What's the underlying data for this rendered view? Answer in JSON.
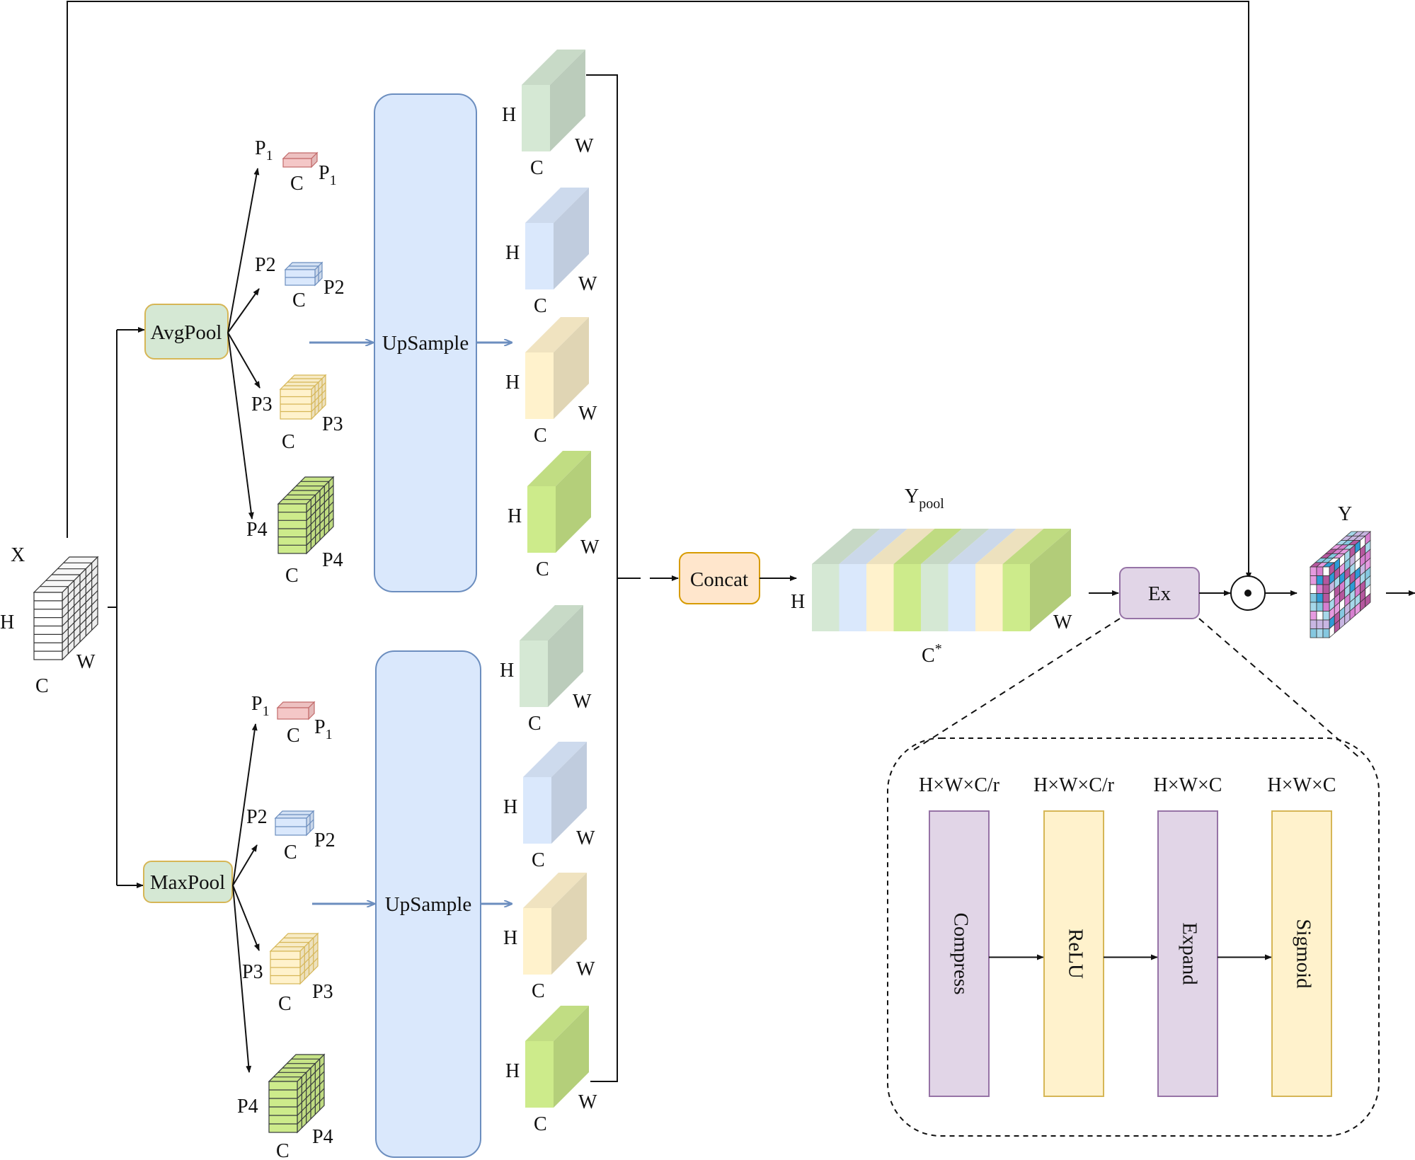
{
  "diagram": {
    "input": {
      "name": "X",
      "dims": {
        "h": "H",
        "w": "W",
        "c": "C"
      }
    },
    "branches": [
      {
        "pool_label": "AvgPool",
        "upsample_label": "UpSample",
        "pyramid": [
          {
            "label": "P",
            "sub": "1",
            "side": "P",
            "side_sub": "1",
            "c": "C",
            "color": "#f4c7c7",
            "stroke": "#c26a6a"
          },
          {
            "label": "P2",
            "side": "P2",
            "c": "C",
            "color": "#dae8fc",
            "stroke": "#6c8ebf"
          },
          {
            "label": "P3",
            "side": "P3",
            "c": "C",
            "color": "#fff2cc",
            "stroke": "#d6b656"
          },
          {
            "label": "P4",
            "side": "P4",
            "c": "C",
            "color": "#cdeb8b",
            "stroke": "#36393d"
          }
        ],
        "outputs": [
          {
            "h": "H",
            "w": "W",
            "c": "C",
            "color": "#d5e8d4"
          },
          {
            "h": "H",
            "w": "W",
            "c": "C",
            "color": "#dae8fc"
          },
          {
            "h": "H",
            "w": "W",
            "c": "C",
            "color": "#fff2cc"
          },
          {
            "h": "H",
            "w": "W",
            "c": "C",
            "color": "#cdeb8b"
          }
        ]
      },
      {
        "pool_label": "MaxPool",
        "upsample_label": "UpSample",
        "pyramid": [
          {
            "label": "P",
            "sub": "1",
            "side": "P",
            "side_sub": "1",
            "c": "C",
            "color": "#f4c7c7",
            "stroke": "#c26a6a"
          },
          {
            "label": "P2",
            "side": "P2",
            "c": "C",
            "color": "#dae8fc",
            "stroke": "#6c8ebf"
          },
          {
            "label": "P3",
            "side": "P3",
            "c": "C",
            "color": "#fff2cc",
            "stroke": "#d6b656"
          },
          {
            "label": "P4",
            "side": "P4",
            "c": "C",
            "color": "#cdeb8b",
            "stroke": "#36393d"
          }
        ],
        "outputs": [
          {
            "h": "H",
            "w": "W",
            "c": "C",
            "color": "#d5e8d4"
          },
          {
            "h": "H",
            "w": "W",
            "c": "C",
            "color": "#dae8fc"
          },
          {
            "h": "H",
            "w": "W",
            "c": "C",
            "color": "#fff2cc"
          },
          {
            "h": "H",
            "w": "W",
            "c": "C",
            "color": "#cdeb8b"
          }
        ]
      }
    ],
    "concat": {
      "label": "Concat"
    },
    "ypool": {
      "name": "Y",
      "sub": "pool",
      "h": "H",
      "w": "W",
      "c": "C",
      "c_sup": "*",
      "stripes": [
        "#d5e8d4",
        "#dae8fc",
        "#fff2cc",
        "#cdeb8b",
        "#d5e8d4",
        "#dae8fc",
        "#fff2cc",
        "#cdeb8b"
      ]
    },
    "ex": {
      "label": "Ex"
    },
    "multiply": {
      "symbol": "⊙"
    },
    "output": {
      "name": "Y"
    },
    "ex_detail": {
      "stages": [
        {
          "dim": "H×W×C/r",
          "label": "Compress",
          "kind": "purple"
        },
        {
          "dim": "H×W×C/r",
          "label": "ReLU",
          "kind": "yellow"
        },
        {
          "dim": "H×W×C",
          "label": "Expand",
          "kind": "purple"
        },
        {
          "dim": "H×W×C",
          "label": "Sigmoid",
          "kind": "yellow"
        }
      ]
    },
    "colors": {
      "pool_fill": "#d5e8d4",
      "pool_stroke": "#d6b656",
      "upsample_fill": "#dae8fc",
      "upsample_stroke": "#6c8ebf",
      "concat_fill": "#ffe6cc",
      "concat_stroke": "#d79b00",
      "ex_fill": "#e1d5e7",
      "ex_stroke": "#9673a6",
      "stage_purple_fill": "#e1d5e7",
      "stage_purple_stroke": "#9673a6",
      "stage_yellow_fill": "#fff2cc",
      "stage_yellow_stroke": "#d6b656",
      "line": "#111111",
      "blue_arrow": "#6c8ebf"
    }
  }
}
